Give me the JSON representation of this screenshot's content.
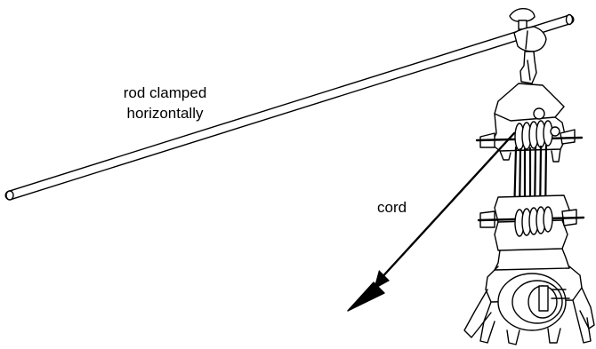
{
  "labels": {
    "rod_line1": "rod clamped",
    "rod_line2": "horizontally",
    "cord": "cord"
  },
  "colors": {
    "ink": "#000000",
    "paper": "#ffffff"
  }
}
